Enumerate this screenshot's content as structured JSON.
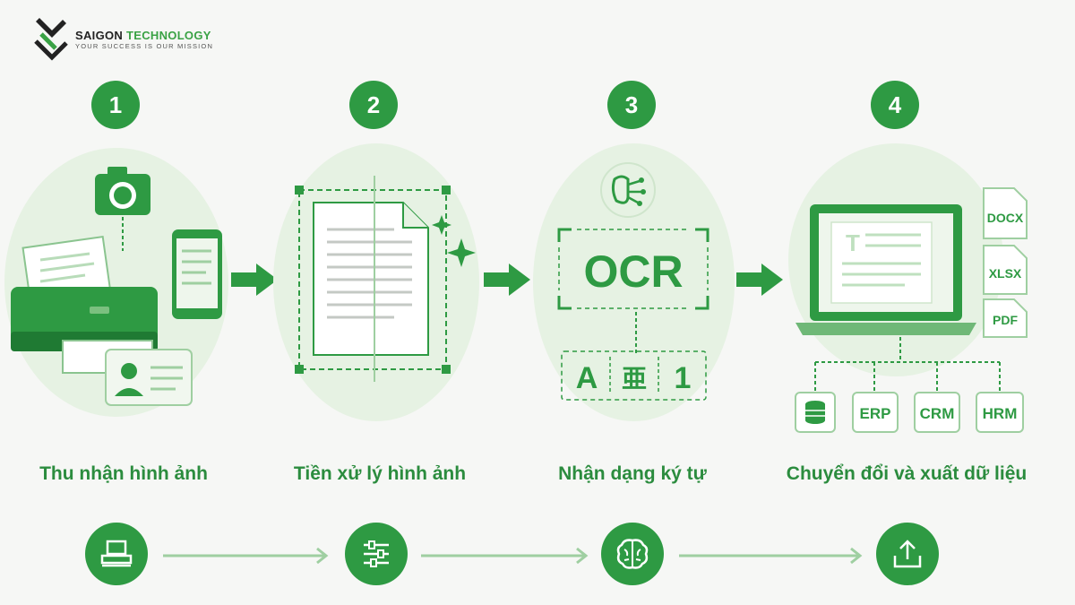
{
  "brand": {
    "name_part1": "SAIGON ",
    "name_part2": "TECHNOLOGY",
    "tagline": "YOUR SUCCESS IS OUR MISSION"
  },
  "steps": [
    {
      "number": "1",
      "label": "Thu nhận hình ảnh",
      "icon": "printer-scanner-icon"
    },
    {
      "number": "2",
      "label": "Tiền xử lý hình ảnh",
      "icon": "sliders-icon"
    },
    {
      "number": "3",
      "label": "Nhận dạng ký tự",
      "icon": "brain-icon"
    },
    {
      "number": "4",
      "label": "Chuyển đổi và xuất dữ liệu",
      "icon": "upload-icon"
    }
  ],
  "ocr": {
    "title": "OCR",
    "chars": [
      "A",
      "亜",
      "1"
    ]
  },
  "outputs": {
    "files": [
      "DOCX",
      "XLSX",
      "PDF"
    ],
    "systems": [
      "ERP",
      "CRM",
      "HRM"
    ]
  },
  "colors": {
    "primary": "#2e9a43",
    "light": "#e6f2e3",
    "label": "#2b8c3e"
  }
}
